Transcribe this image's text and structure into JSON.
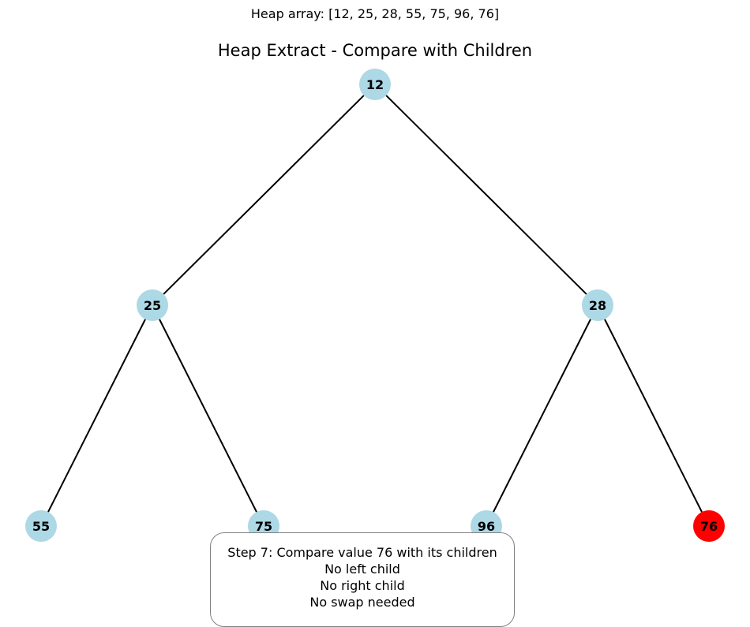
{
  "header": {
    "heap_array": "Heap array: [12, 25, 28, 55, 75, 96, 76]",
    "title": "Heap Extract - Compare with Children"
  },
  "tree": {
    "nodes": [
      {
        "id": "n0",
        "label": "12",
        "highlighted": false
      },
      {
        "id": "n1",
        "label": "25",
        "highlighted": false
      },
      {
        "id": "n2",
        "label": "28",
        "highlighted": false
      },
      {
        "id": "n3",
        "label": "55",
        "highlighted": false
      },
      {
        "id": "n4",
        "label": "75",
        "highlighted": false
      },
      {
        "id": "n5",
        "label": "96",
        "highlighted": false
      },
      {
        "id": "n6",
        "label": "76",
        "highlighted": true
      }
    ],
    "edges": [
      [
        "n0",
        "n1"
      ],
      [
        "n0",
        "n2"
      ],
      [
        "n1",
        "n3"
      ],
      [
        "n1",
        "n4"
      ],
      [
        "n2",
        "n5"
      ],
      [
        "n2",
        "n6"
      ]
    ]
  },
  "info_box": {
    "lines": [
      "Step 7: Compare value 76 with its children",
      "No left child",
      "No right child",
      "No swap needed"
    ]
  },
  "colors": {
    "node_fill": "#add8e6",
    "highlight_fill": "#ff0000",
    "edge": "#000000",
    "box_border": "#808080"
  }
}
